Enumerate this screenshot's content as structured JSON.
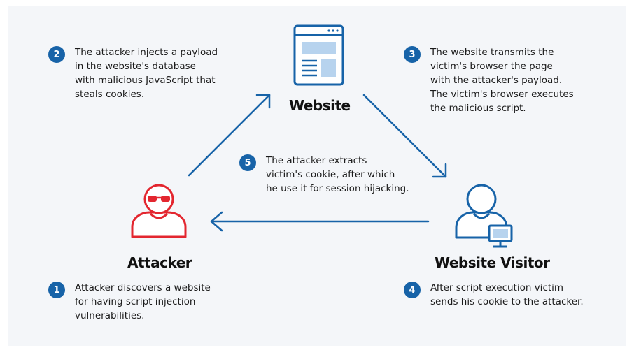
{
  "colors": {
    "accent": "#1763a8",
    "attacker_red": "#e3262f",
    "background": "#f4f6f9"
  },
  "nodes": {
    "website": {
      "label": "Website",
      "icon": "browser-window-icon"
    },
    "attacker": {
      "label": "Attacker",
      "icon": "hacker-with-sunglasses-icon"
    },
    "visitor": {
      "label": "Website Visitor",
      "icon": "user-at-computer-icon"
    }
  },
  "steps": [
    {
      "number": "1",
      "text": "Attacker discovers a website\nfor having script injection\nvulnerabilities."
    },
    {
      "number": "2",
      "text": "The attacker injects a payload\nin the website's database\nwith malicious JavaScript that\nsteals cookies."
    },
    {
      "number": "3",
      "text": "The website transmits the\nvictim's browser the page\nwith the attacker's payload.\nThe victim's browser executes\nthe malicious script."
    },
    {
      "number": "4",
      "text": "After script execution victim\nsends his cookie to the attacker."
    },
    {
      "number": "5",
      "text": "The attacker extracts\nvictim's cookie, after which\nhe use it for session hijacking."
    }
  ]
}
